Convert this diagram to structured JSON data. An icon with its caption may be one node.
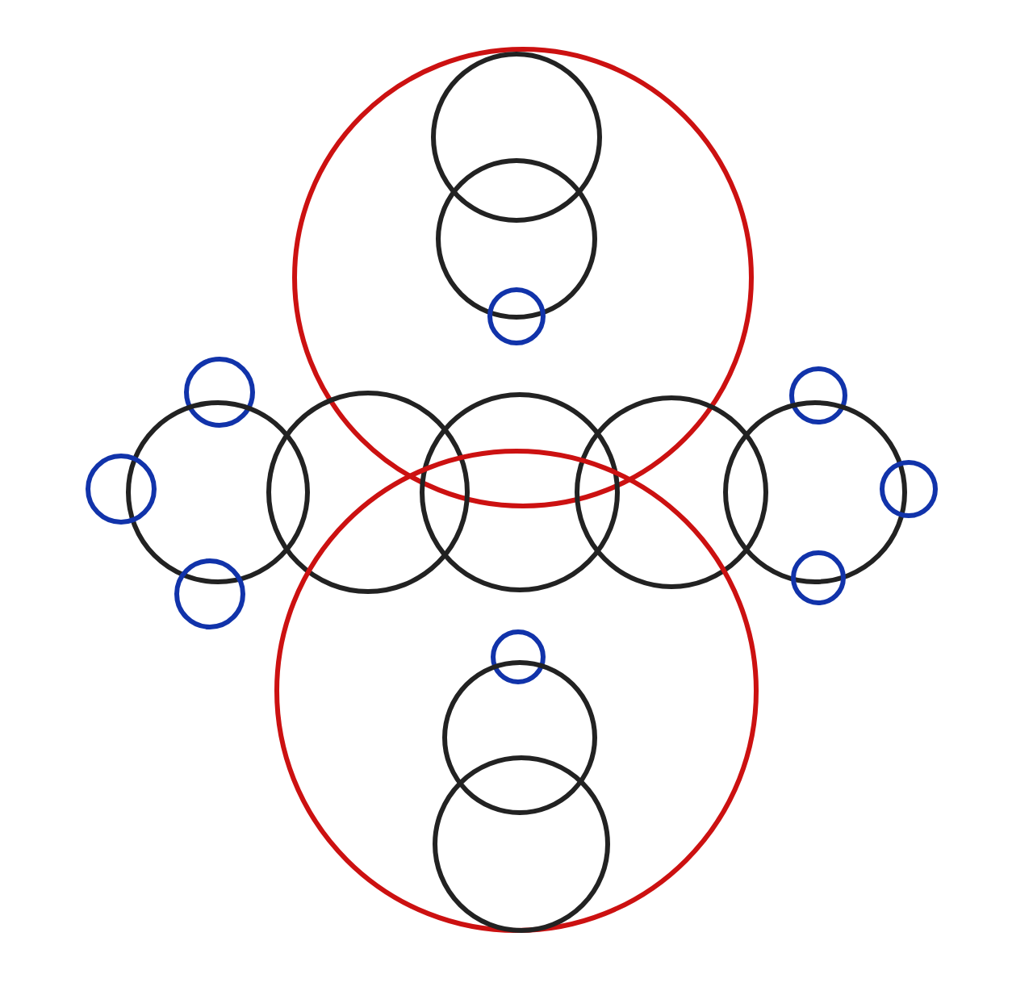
{
  "diagram": {
    "nodes": [
      {
        "text": [],
        "shape": "circle"
      },
      {
        "text": [],
        "shape": "circle",
        "in": 0
      },
      {
        "text": [],
        "shape": "circle",
        "in": 0
      },
      {
        "text": [],
        "shape": "circle",
        "in": 0
      },
      {
        "text": [],
        "shape": "circle"
      },
      {
        "text": [],
        "shape": "circle"
      },
      {
        "text": [],
        "shape": "circle"
      },
      {
        "text": [],
        "shape": "circle"
      },
      {
        "text": [],
        "shape": "circle"
      },
      {
        "text": [],
        "shape": "circle"
      },
      {
        "text": [],
        "shape": "circle"
      },
      {
        "text": [],
        "shape": "circle"
      },
      {
        "text": [],
        "shape": "circle"
      },
      {
        "text": [],
        "shape": "circle"
      },
      {
        "text": [],
        "shape": "circle"
      },
      {
        "text": [],
        "shape": "circle"
      },
      {
        "text": [],
        "shape": "circle",
        "in": 13
      },
      {
        "text": [],
        "shape": "circle",
        "in": 13
      },
      {
        "text": [],
        "shape": "circle",
        "in": 13
      }
    ]
  }
}
